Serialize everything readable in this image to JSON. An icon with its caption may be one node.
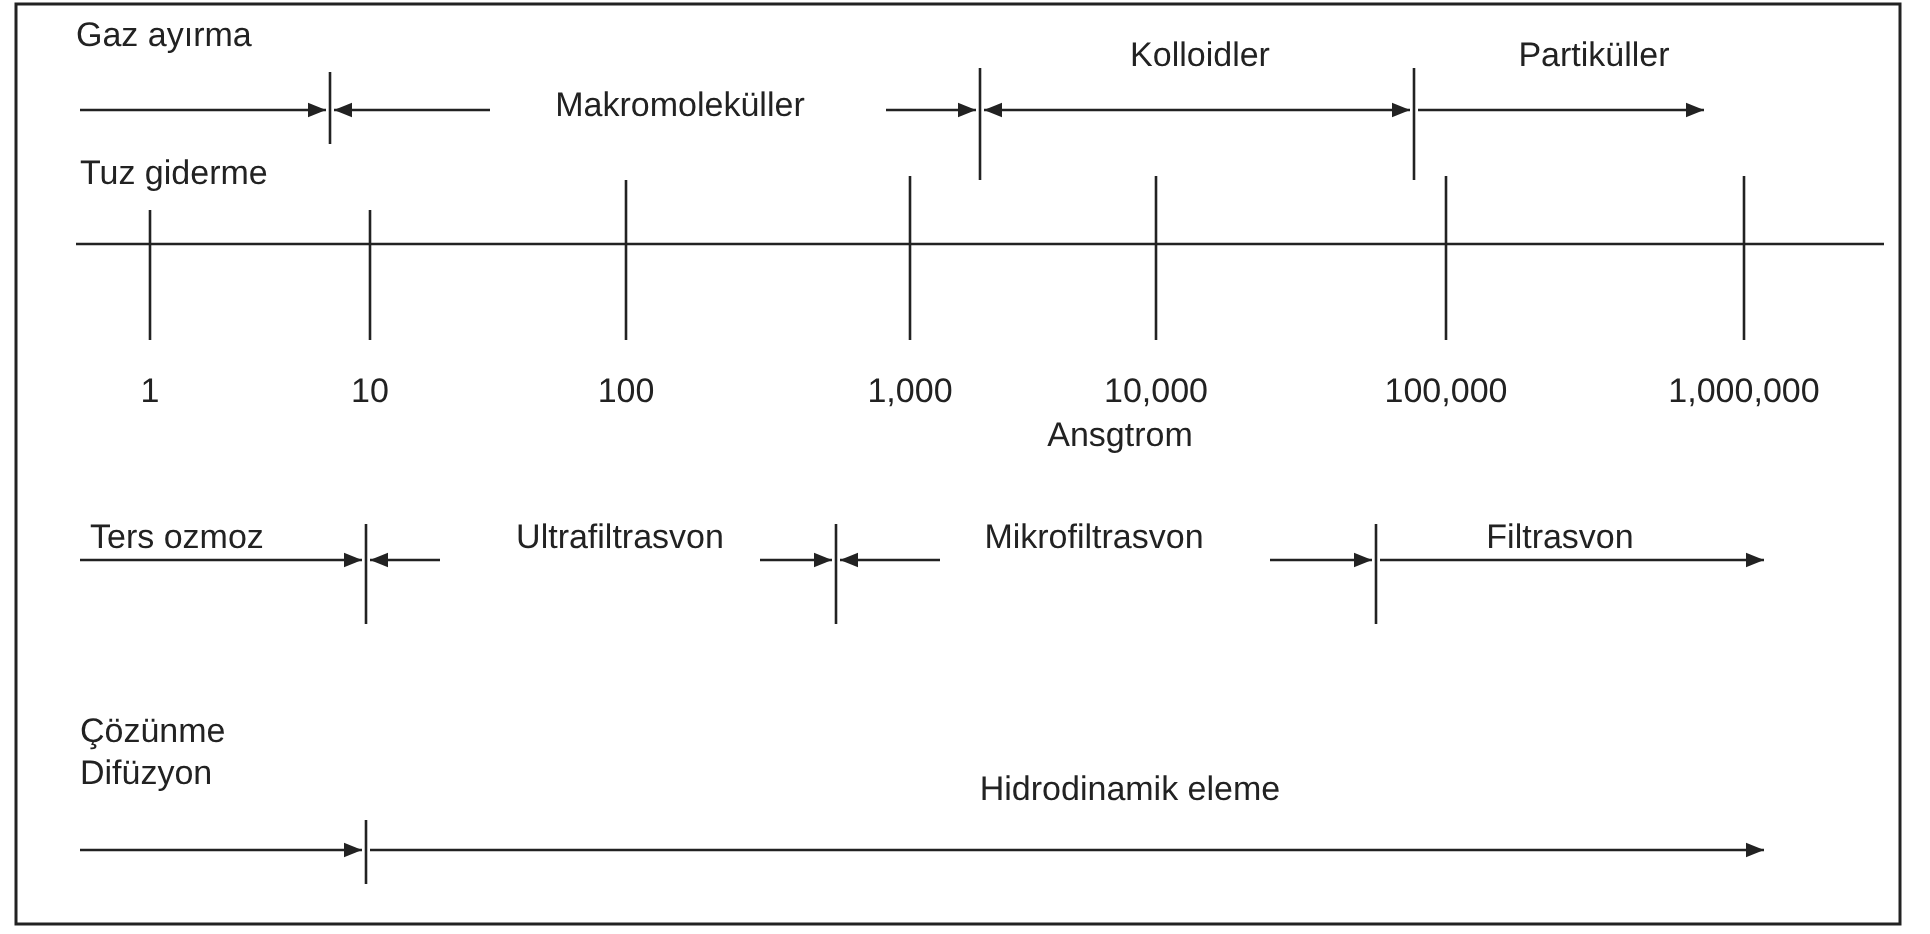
{
  "diagram": {
    "labels": [
      "Gaz ayırma",
      "Makromoleküller",
      "Kolloidler",
      "Partiküller",
      "Tuz giderme",
      "1",
      "10",
      "100",
      "1,000",
      "10,000",
      "100,000",
      "1,000,000",
      "Ansgtrom",
      "Ters ozmoz",
      "Ultrafiltrasvon",
      "Mikrofiltrasvon",
      "Filtrasvon",
      "Çözünme Difüzyon",
      "Hidrodinamik eleme"
    ]
  }
}
